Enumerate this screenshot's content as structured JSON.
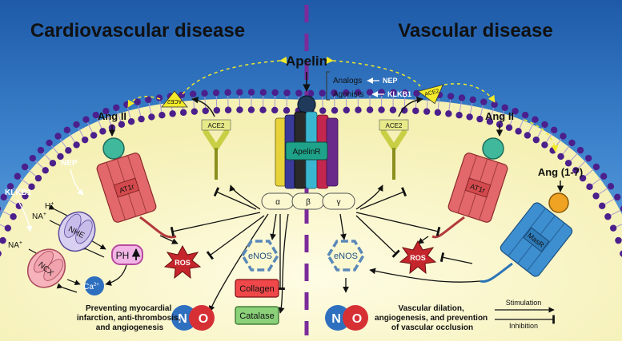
{
  "headings": {
    "left": "Cardiovascular disease",
    "right": "Vascular disease"
  },
  "top": {
    "apelin": "Apelin",
    "analogs": "Analogs",
    "agonists": "Agonists",
    "nep_right": "NEP",
    "klkb1_right": "KLKB1"
  },
  "receptors": {
    "apelinr": "ApelinR",
    "at1r": "AT1r",
    "masr": "MasR",
    "ace2": "ACE2",
    "subunits": [
      "α",
      "β",
      "γ"
    ]
  },
  "ligands": {
    "ang2": "Ang II",
    "ang17": "Ang (1-7)"
  },
  "left_side": {
    "nep": "NEP",
    "klkb1": "KLKB1",
    "h": "H",
    "na1": "NA",
    "na2": "NA",
    "plus": "+",
    "nhe": "NHE",
    "ncx": "NCX",
    "ph": "PH",
    "ca": "Ca",
    "ca_charge": "2+",
    "outcome": [
      "Preventing myocardial",
      "infarction, anti-thrombosis,",
      "and angiogenesis"
    ]
  },
  "center": {
    "enos": "eNOS",
    "ros": "ROS",
    "collagen": "Collagen",
    "catalase": "Catalase",
    "no_n": "N",
    "no_o": "O"
  },
  "right_side": {
    "outcome": [
      "Vascular dilation,",
      "angiogenesis, and prevention",
      "of vascular occlusion"
    ]
  },
  "legend": {
    "stimulation": "Stimulation",
    "inhibition": "Inhibition"
  },
  "colors": {
    "background": "#2e6fbf",
    "cytoplasm": "#fbf8d0",
    "membrane_head": "#4b1f8c",
    "at1r": "#e2686b",
    "masr": "#3d8fd0",
    "ace2": "#c9cf45",
    "ros": "#c4262c",
    "collagen": "#f0484a",
    "catalase": "#8bd17a",
    "dash_divider": "#7b2b9a"
  }
}
